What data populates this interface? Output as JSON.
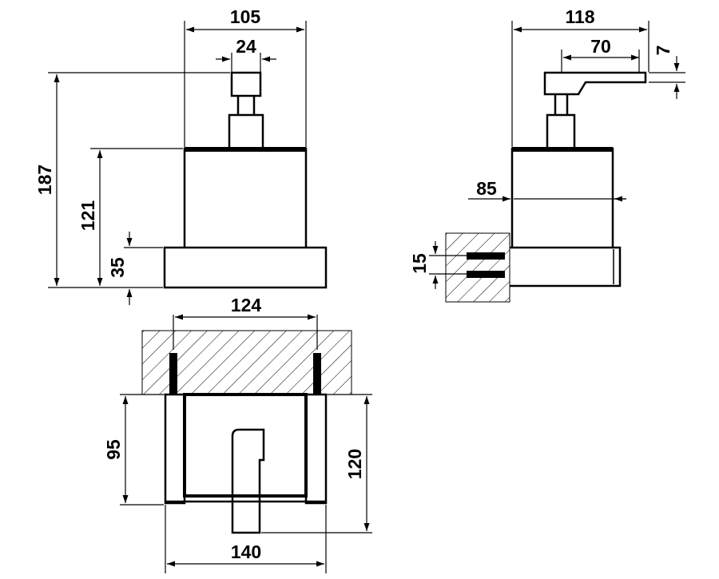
{
  "dimensions": {
    "front_width": "105",
    "front_pump_width": "24",
    "front_total_height": "187",
    "front_container_height": "121",
    "front_base_height": "35",
    "side_depth": "118",
    "side_spout_length": "70",
    "side_spout_thickness": "7",
    "side_container_width": "85",
    "side_screw_spacing": "15",
    "top_screw_spacing": "124",
    "top_container_depth": "95",
    "top_total_depth": "120",
    "top_base_width": "140"
  }
}
